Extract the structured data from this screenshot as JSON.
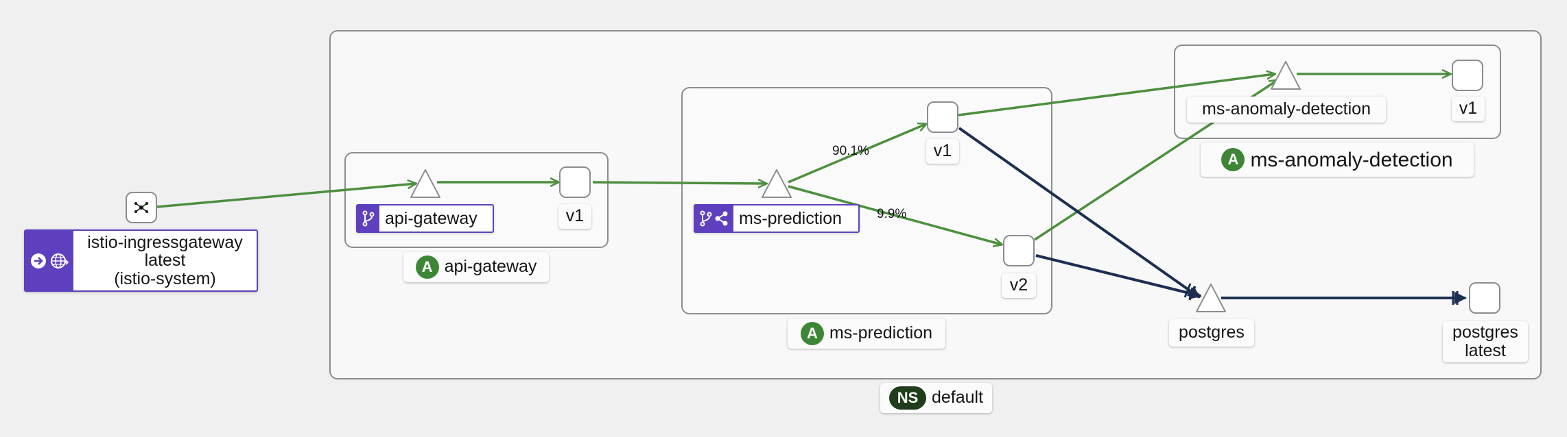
{
  "namespace": {
    "badge": "NS",
    "name": "default"
  },
  "ingress": {
    "line1": "istio-ingressgateway",
    "line2": "latest",
    "line3": "(istio-system)"
  },
  "app_badge": "A",
  "groups": {
    "api_gateway": {
      "app_label": "api-gateway",
      "service_label": "api-gateway",
      "versions": [
        "v1"
      ]
    },
    "ms_prediction": {
      "app_label": "ms-prediction",
      "service_label": "ms-prediction",
      "versions": [
        "v1",
        "v2"
      ]
    },
    "ms_anomaly_detection": {
      "app_label": "ms-anomaly-detection",
      "service_label": "ms-anomaly-detection",
      "versions": [
        "v1"
      ]
    }
  },
  "postgres": {
    "service_label": "postgres",
    "workload_line1": "postgres",
    "workload_line2": "latest"
  },
  "edge_labels": {
    "to_v1": "90.1%",
    "to_v2": "9.9%"
  },
  "colors": {
    "http_edge": "#4d8f3f",
    "tcp_edge": "#1b2f51",
    "service_badge": "#5e40be",
    "app_badge": "#3e8635",
    "ns_badge": "#1f3d1a"
  }
}
